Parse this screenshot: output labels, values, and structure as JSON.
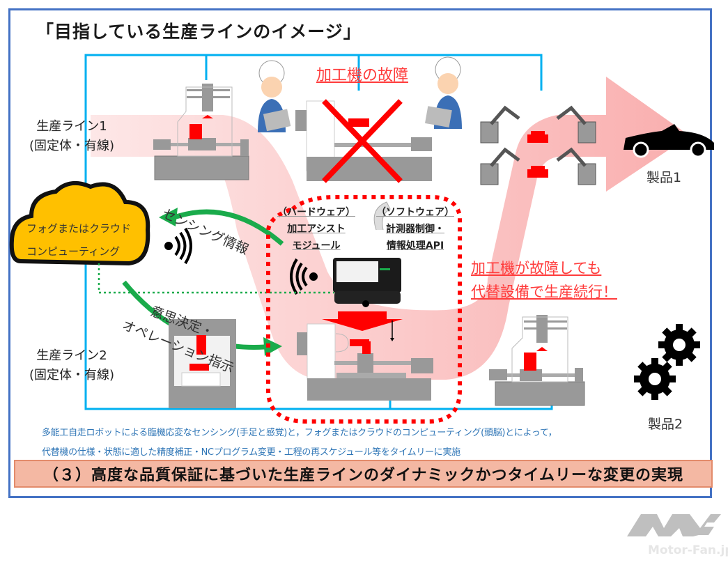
{
  "title": "「目指している生産ラインのイメージ」",
  "production_lines": [
    {
      "name": "生産ライン1",
      "subtitle": "(固定体・有線)"
    },
    {
      "name": "生産ライン2",
      "subtitle": "(固定体・有線)"
    }
  ],
  "cloud": {
    "line1": "フォグまたはクラウド",
    "line2": "コンピューティング"
  },
  "fault_label": "加工機の故障",
  "flows": {
    "sensing": "センシング情報",
    "decision_line1": "意思決定・",
    "decision_line2": "オペレーション指示"
  },
  "robot_module": {
    "hardware_header": "（ハードウェア）",
    "hardware_line1": "加工アシスト",
    "hardware_line2": "モジュール",
    "software_header": "（ソフトウェア）",
    "software_line1": "計測器制御・",
    "software_line2": "情報処理API"
  },
  "continue_message": {
    "line1": "加工機が故障しても",
    "line2": "代替設備で生産続行！"
  },
  "products": [
    "製品1",
    "製品2"
  ],
  "notes": [
    "多能工自走ロボットによる臨機応変なセンシング(手足と感覚)と，フォグまたはクラウドのコンピューティング(頭脳)とによって，",
    "代替機の仕様・状態に適した精度補正・NCプログラム変更・工程の再スケジュール等をタイムリーに実施"
  ],
  "banner": "（３）高度な品質保証に基づいた生産ラインのダイナミックかつタイムリーな変更の実現",
  "watermark": "Motor-Fan.jp",
  "colors": {
    "frame": "#4472c4",
    "network_line": "#00b0f0",
    "flow_arrow": "#f8a0a0",
    "alert_red": "#ff0000",
    "signal_green": "#1aab4b",
    "cloud_fill": "#ffc000",
    "banner_fill": "#f4b8a3",
    "note_text": "#2e75b6"
  }
}
